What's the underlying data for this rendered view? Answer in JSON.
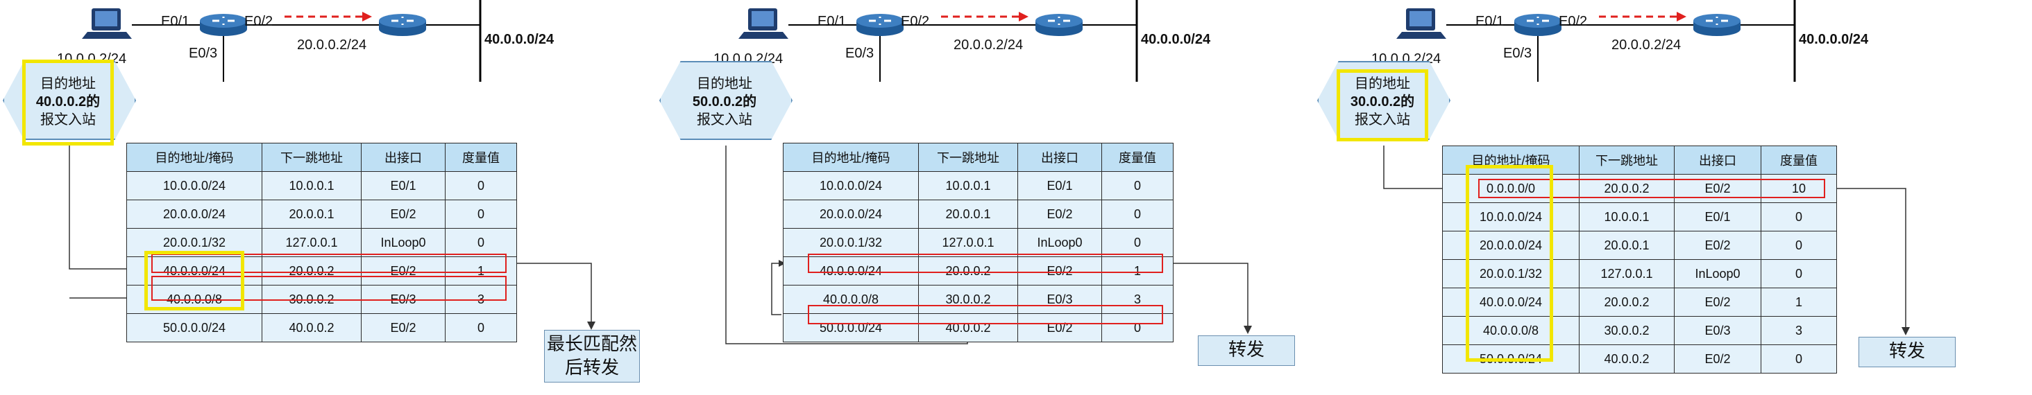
{
  "columns": [
    "目的地址/掩码",
    "下一跳地址",
    "出接口",
    "度量值"
  ],
  "topology": {
    "if_e01": "E0/1",
    "if_e02": "E0/2",
    "if_e03": "E0/3",
    "pc_net": "10.0.0.2/24",
    "link_net": "20.0.0.2/24",
    "remote_net": "40.0.0.0/24"
  },
  "panels": [
    {
      "packet": [
        "目的地址",
        "40.0.0.2的",
        "报文入站"
      ],
      "rows": [
        [
          "10.0.0.0/24",
          "10.0.0.1",
          "E0/1",
          "0"
        ],
        [
          "20.0.0.0/24",
          "20.0.0.1",
          "E0/2",
          "0"
        ],
        [
          "20.0.0.1/32",
          "127.0.0.1",
          "InLoop0",
          "0"
        ],
        [
          "40.0.0.0/24",
          "20.0.0.2",
          "E0/2",
          "1"
        ],
        [
          "40.0.0.0/8",
          "30.0.0.2",
          "E0/3",
          "3"
        ],
        [
          "50.0.0.0/24",
          "40.0.0.2",
          "E0/2",
          "0"
        ]
      ],
      "result": "最长匹配然后转发"
    },
    {
      "packet": [
        "目的地址",
        "50.0.0.2的",
        "报文入站"
      ],
      "rows": [
        [
          "10.0.0.0/24",
          "10.0.0.1",
          "E0/1",
          "0"
        ],
        [
          "20.0.0.0/24",
          "20.0.0.1",
          "E0/2",
          "0"
        ],
        [
          "20.0.0.1/32",
          "127.0.0.1",
          "InLoop0",
          "0"
        ],
        [
          "40.0.0.0/24",
          "20.0.0.2",
          "E0/2",
          "1"
        ],
        [
          "40.0.0.0/8",
          "30.0.0.2",
          "E0/3",
          "3"
        ],
        [
          "50.0.0.0/24",
          "40.0.0.2",
          "E0/2",
          "0"
        ]
      ],
      "result": "转发"
    },
    {
      "packet": [
        "目的地址",
        "30.0.0.2的",
        "报文入站"
      ],
      "rows": [
        [
          "0.0.0.0/0",
          "20.0.0.2",
          "E0/2",
          "10"
        ],
        [
          "10.0.0.0/24",
          "10.0.0.1",
          "E0/1",
          "0"
        ],
        [
          "20.0.0.0/24",
          "20.0.0.1",
          "E0/2",
          "0"
        ],
        [
          "20.0.0.1/32",
          "127.0.0.1",
          "InLoop0",
          "0"
        ],
        [
          "40.0.0.0/24",
          "20.0.0.2",
          "E0/2",
          "1"
        ],
        [
          "40.0.0.0/8",
          "30.0.0.2",
          "E0/3",
          "3"
        ],
        [
          "50.0.0.0/24",
          "40.0.0.2",
          "E0/2",
          "0"
        ]
      ],
      "result": "转发"
    }
  ],
  "colors": {
    "highlight_yellow": "#f2e600",
    "match_red": "#e0201e",
    "header_blue": "#bfe0f4",
    "cell_blue": "#e4f2fb",
    "router_blue": "#3e7fc1"
  }
}
